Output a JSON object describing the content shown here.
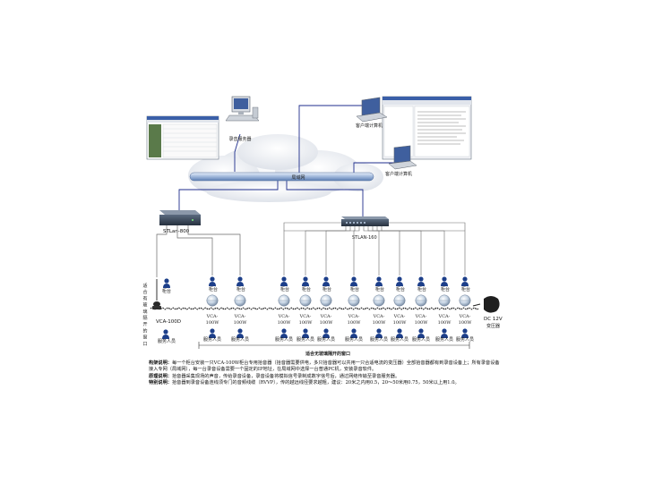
{
  "labels": {
    "lan": "局域网",
    "server": "录音服务器",
    "client1": "客户端计算机",
    "client2": "客户端计算机",
    "stlan800": "STLan-800",
    "stlan160": "STLAN-160",
    "vca100d": "VCA-100D",
    "dc12v_line1": "DC 12V",
    "dc12v_line2": "变压器",
    "window_label_chars": [
      "适",
      "合",
      "有",
      "玻",
      "璃",
      "隔",
      "开",
      "的",
      "窗",
      "口"
    ],
    "no_glass_window": "适合无玻璃隔开的窗口",
    "cabinet": "柜台",
    "vca100w_line1": "VCA-",
    "vca100w_line2": "100W",
    "staff": "服务人员"
  },
  "description": {
    "arch_title": "构架说明：",
    "arch_text": "每一个柜台安装一只VCA-100W柜台专用拾音器（拾音器需要供电，多只拾音器可以共用一只合适电流的变压器）全部拾音器都有到录音设备上；所有录音设备接入专网（局域网），每一台录音设备需要一个固定的IP地址，在局域网中选择一台普通PC机，安装录音软件。",
    "principle_title": "原理说明：",
    "principle_text": "拾音器采集现场的声音，传给录音设备，录音设备将模拟信号录制成数字信号后，通过网络传输至录音服务器。",
    "special_title": "特别说明：",
    "special_text": "拾音器到录音设备连线须专门的音频线缆（RVVP），传的越远线径要求越粗，建议：20米之内用0.5，20～50米用0.75，50米以上用1.0。"
  },
  "colors": {
    "lan_line": "#1f2e8c",
    "device_line": "#6a6a6a",
    "audio_cable": "#2a2a2a",
    "device_body": "#3c4a5c",
    "client_screen": "#f0f2f5"
  },
  "icons": {
    "pickup": "dome-pickup-icon",
    "person": "person-icon",
    "monitor": "monitor-icon",
    "laptop": "laptop-icon",
    "recorder": "recorder-box-icon",
    "microphone": "microphone-icon",
    "adapter": "power-adapter-icon",
    "cloud": "cloud-icon"
  }
}
